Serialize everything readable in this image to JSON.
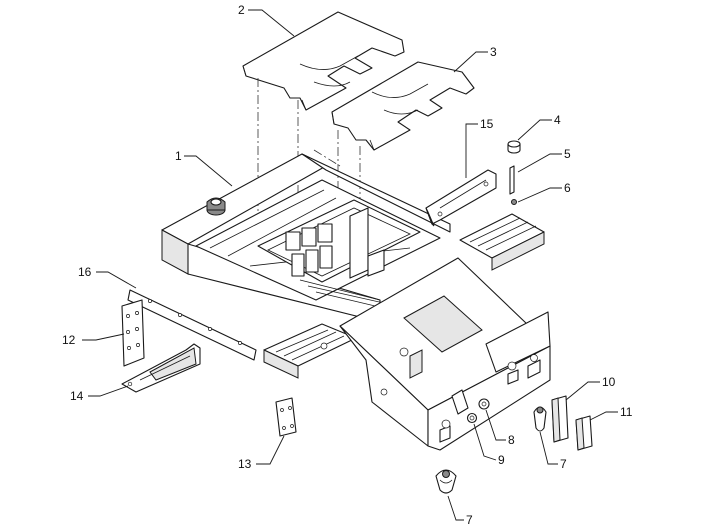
{
  "callouts": [
    {
      "id": "1",
      "text": "1"
    },
    {
      "id": "2",
      "text": "2"
    },
    {
      "id": "3",
      "text": "3"
    },
    {
      "id": "4",
      "text": "4"
    },
    {
      "id": "5",
      "text": "5"
    },
    {
      "id": "6",
      "text": "6"
    },
    {
      "id": "7a",
      "text": "7"
    },
    {
      "id": "7b",
      "text": "7"
    },
    {
      "id": "8",
      "text": "8"
    },
    {
      "id": "9",
      "text": "9"
    },
    {
      "id": "10",
      "text": "10"
    },
    {
      "id": "11",
      "text": "11"
    },
    {
      "id": "12",
      "text": "12"
    },
    {
      "id": "13",
      "text": "13"
    },
    {
      "id": "14",
      "text": "14"
    },
    {
      "id": "15",
      "text": "15"
    },
    {
      "id": "16",
      "text": "16"
    }
  ],
  "colors": {
    "line": "#1a1a1a",
    "background": "#ffffff"
  }
}
